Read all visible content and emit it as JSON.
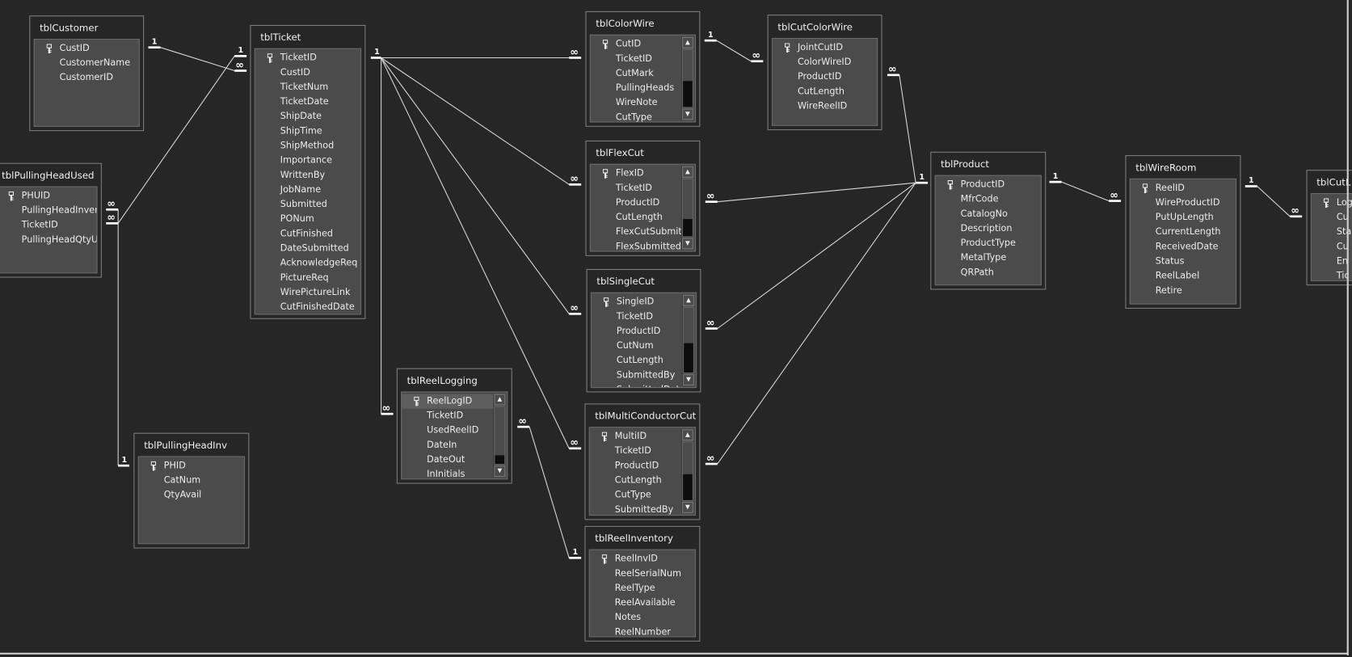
{
  "tables": [
    {
      "name": "tblCustomer",
      "fields": [
        "CustID",
        "CustomerName",
        "CustomerID"
      ],
      "pk": 0
    },
    {
      "name": "tblTicket",
      "fields": [
        "TicketID",
        "CustID",
        "TicketNum",
        "TicketDate",
        "ShipDate",
        "ShipTime",
        "ShipMethod",
        "Importance",
        "WrittenBy",
        "JobName",
        "Submitted",
        "PONum",
        "CutFinished",
        "DateSubmitted",
        "AcknowledgeReq",
        "PictureReq",
        "WirePictureLink",
        "CutFinishedDate"
      ],
      "pk": 0
    },
    {
      "name": "tblPullingHeadUsed",
      "fields": [
        "PHUID",
        "PullingHeadInventor",
        "TicketID",
        "PullingHeadQtyUsed"
      ],
      "pk": 0
    },
    {
      "name": "tblPullingHeadInv",
      "fields": [
        "PHID",
        "CatNum",
        "QtyAvail"
      ],
      "pk": 0
    },
    {
      "name": "tblColorWire",
      "fields": [
        "CutID",
        "TicketID",
        "CutMark",
        "PullingHeads",
        "WireNote",
        "CutType"
      ],
      "pk": 0,
      "scroll": true
    },
    {
      "name": "tblCutColorWire",
      "fields": [
        "JointCutID",
        "ColorWireID",
        "ProductID",
        "CutLength",
        "WireReelID"
      ],
      "pk": 0
    },
    {
      "name": "tblFlexCut",
      "fields": [
        "FlexID",
        "TicketID",
        "ProductID",
        "CutLength",
        "FlexCutSubmitDa",
        "FlexSubmittedBy"
      ],
      "pk": 0,
      "scroll": true
    },
    {
      "name": "tblSingleCut",
      "fields": [
        "SingleID",
        "TicketID",
        "ProductID",
        "CutNum",
        "CutLength",
        "SubmittedBy",
        "SubmittedDate"
      ],
      "pk": 0,
      "scroll": true
    },
    {
      "name": "tblReelLogging",
      "fields": [
        "ReelLogID",
        "TicketID",
        "UsedReelID",
        "DateIn",
        "DateOut",
        "InInitials"
      ],
      "pk": 0,
      "scroll": true,
      "selected": 0
    },
    {
      "name": "tblMultiConductorCut",
      "fields": [
        "MultiID",
        "TicketID",
        "ProductID",
        "CutLength",
        "CutType",
        "SubmittedBy"
      ],
      "pk": 0,
      "scroll": true
    },
    {
      "name": "tblReelInventory",
      "fields": [
        "ReelInvID",
        "ReelSerialNum",
        "ReelType",
        "ReelAvailable",
        "Notes",
        "ReelNumber"
      ],
      "pk": 0
    },
    {
      "name": "tblProduct",
      "fields": [
        "ProductID",
        "MfrCode",
        "CatalogNo",
        "Description",
        "ProductType",
        "MetalType",
        "QRPath"
      ],
      "pk": 0
    },
    {
      "name": "tblWireRoom",
      "fields": [
        "ReelID",
        "WireProductID",
        "PutUpLength",
        "CurrentLength",
        "ReceivedDate",
        "Status",
        "ReelLabel",
        "Retire"
      ],
      "pk": 0
    },
    {
      "name": "tblCutL",
      "fields": [
        "Log",
        "Cu",
        "Sta",
        "Cu",
        "En",
        "Tic"
      ],
      "pk": 0
    }
  ],
  "relationships": [
    {
      "one": "tblCustomer",
      "many": "tblTicket",
      "one_label": "1",
      "many_label": "∞"
    },
    {
      "one": "tblTicket",
      "many": "tblPullingHeadUsed",
      "one_label": "1",
      "many_label": "∞"
    },
    {
      "one": "tblPullingHeadInv",
      "many": "tblPullingHeadUsed",
      "one_label": "1",
      "many_label": "∞"
    },
    {
      "one": "tblTicket",
      "many": "tblColorWire",
      "one_label": "1",
      "many_label": "∞"
    },
    {
      "one": "tblTicket",
      "many": "tblFlexCut",
      "one_label": "1",
      "many_label": "∞"
    },
    {
      "one": "tblTicket",
      "many": "tblSingleCut",
      "one_label": "1",
      "many_label": "∞"
    },
    {
      "one": "tblTicket",
      "many": "tblMultiConductorCut",
      "one_label": "1",
      "many_label": "∞"
    },
    {
      "one": "tblTicket",
      "many": "tblReelLogging",
      "one_label": "1",
      "many_label": "∞"
    },
    {
      "one": "tblColorWire",
      "many": "tblCutColorWire",
      "one_label": "1",
      "many_label": "∞"
    },
    {
      "one": "tblProduct",
      "many": "tblCutColorWire",
      "one_label": "1",
      "many_label": "∞"
    },
    {
      "one": "tblProduct",
      "many": "tblFlexCut",
      "one_label": "1",
      "many_label": "∞"
    },
    {
      "one": "tblProduct",
      "many": "tblSingleCut",
      "one_label": "1",
      "many_label": "∞"
    },
    {
      "one": "tblProduct",
      "many": "tblMultiConductorCut",
      "one_label": "1",
      "many_label": "∞"
    },
    {
      "one": "tblProduct",
      "many": "tblWireRoom",
      "one_label": "1",
      "many_label": "∞"
    },
    {
      "one": "tblWireRoom",
      "many": "tblCutL",
      "one_label": "1",
      "many_label": "∞"
    },
    {
      "one": "tblReelInventory",
      "many": "tblReelLogging",
      "one_label": "1",
      "many_label": "∞"
    }
  ]
}
